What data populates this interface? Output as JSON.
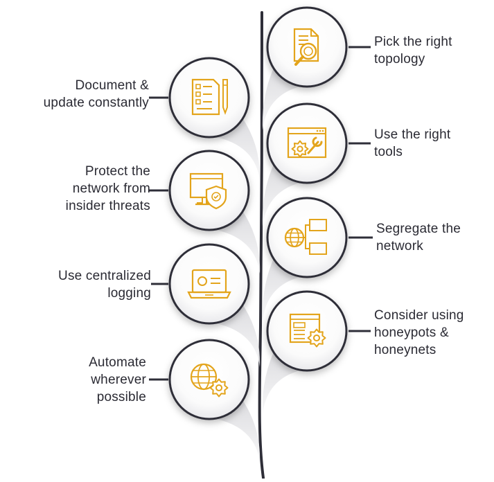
{
  "colors": {
    "stem": "#2e2e38",
    "ring": "#2e2e38",
    "icon": "#e3a41b",
    "text": "#2a2a33"
  },
  "items": [
    {
      "side": "right",
      "icon": "document-magnifier-icon",
      "lines": [
        "Pick the right",
        "topology"
      ]
    },
    {
      "side": "left",
      "icon": "checklist-pencil-icon",
      "lines": [
        "Document &",
        "update constantly"
      ]
    },
    {
      "side": "right",
      "icon": "browser-wrench-gear-icon",
      "lines": [
        "Use the right",
        "tools"
      ]
    },
    {
      "side": "left",
      "icon": "monitor-shield-icon",
      "lines": [
        "Protect the",
        "network from",
        "insider threats"
      ]
    },
    {
      "side": "right",
      "icon": "globe-network-icon",
      "lines": [
        "Segregate the",
        "network"
      ]
    },
    {
      "side": "left",
      "icon": "laptop-logging-icon",
      "lines": [
        "Use centralized",
        "logging"
      ]
    },
    {
      "side": "right",
      "icon": "browser-gear-icon",
      "lines": [
        "Consider using",
        "honeypots &",
        "honeynets"
      ]
    },
    {
      "side": "left",
      "icon": "globe-gear-icon",
      "lines": [
        "Automate",
        "wherever",
        "possible"
      ]
    }
  ]
}
